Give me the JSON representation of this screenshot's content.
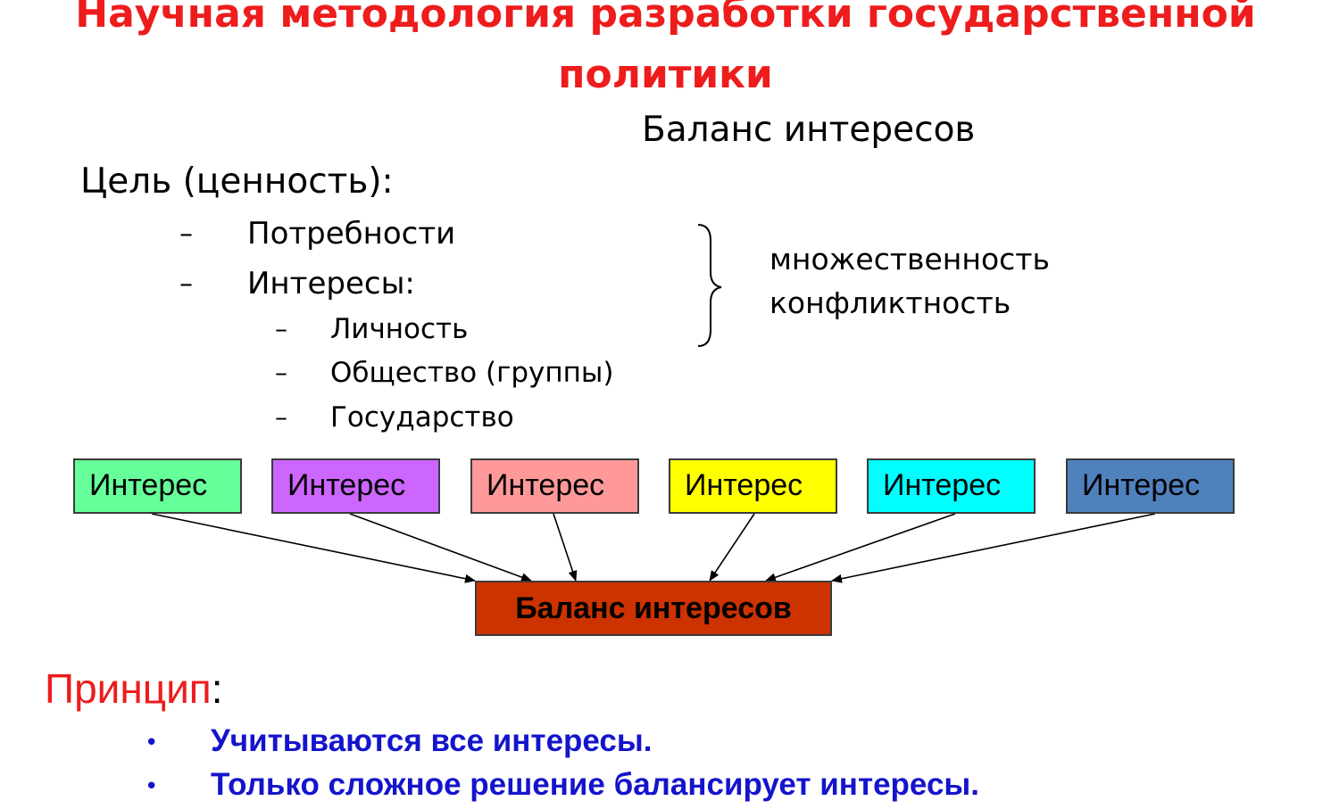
{
  "title": {
    "line1": "Научная методология разработки государственной",
    "line2": "политики"
  },
  "subtitle": "Баланс интересов",
  "goal_heading": "Цель (ценность):",
  "list": {
    "items": [
      "Потребности",
      "Интересы:"
    ],
    "subitems": [
      "Личность",
      "Общество (группы)",
      "Государство"
    ],
    "dash": "–"
  },
  "brace_labels": [
    "множественность",
    "конфликтность"
  ],
  "diagram": {
    "interests": [
      {
        "label": "Интерес",
        "color": "#66ff99"
      },
      {
        "label": "Интерес",
        "color": "#cc66ff"
      },
      {
        "label": "Интерес",
        "color": "#ff9999"
      },
      {
        "label": "Интерес",
        "color": "#ffff00"
      },
      {
        "label": "Интерес",
        "color": "#00ffff"
      },
      {
        "label": "Интерес",
        "color": "#4f81bd"
      }
    ],
    "balance_label": "Баланс интересов",
    "balance_color": "#cc3300"
  },
  "principle": {
    "heading": "Принцип",
    "colon": ":",
    "bullet": "•",
    "items": [
      "Учитываются все интересы.",
      "Только сложное решение балансирует интересы."
    ]
  }
}
